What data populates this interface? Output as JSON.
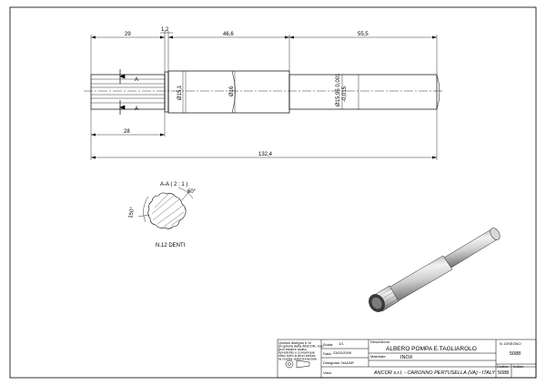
{
  "drawing": {
    "dims": {
      "d29": "29",
      "d1_2": "1,2",
      "d46_6": "46,6",
      "d55_5": "55,5",
      "d28": "28",
      "d132_4": "132,4",
      "dia15_1": "Ø15,1",
      "dia16": "Ø16",
      "dia_tol": "Ø15,95 0,001",
      "dia_tol2": "-0,015"
    },
    "section": {
      "marker_a_top": "A",
      "marker_a_bottom": "A",
      "label": "A-A ( 2 : 1 )",
      "angle1": "60°",
      "angle2": "150°",
      "teeth": "N.12 DENTI"
    }
  },
  "title_block": {
    "note": "Questo disegno è di proprietà della ANCOR, non può essere usato, riprodotto o comunque reso noto a terzi senza la nostra autorizzazione",
    "scala_label": "Scala:",
    "scala_value": "1/1",
    "data_label": "Data:",
    "data_value": "23/02/2009",
    "disegnato_label": "Disegnato: NAZAR",
    "visto_label": "Visto:",
    "descrizione_label": "Descrizione:",
    "descrizione_value": "ALBERO POMPA E.TAGLIAROLO",
    "materiale_label": "Materiale:",
    "materiale_value": "INOX",
    "company": "ANCOR s.r.l. - CARONNO PERTUSELLA (VA) - ITALY",
    "n_disegno_label": "N. DISEGNO",
    "n_disegno_value": "5088",
    "codice_label": "Codice:",
    "codice_value": "5088",
    "indice_label": "Indice:"
  }
}
